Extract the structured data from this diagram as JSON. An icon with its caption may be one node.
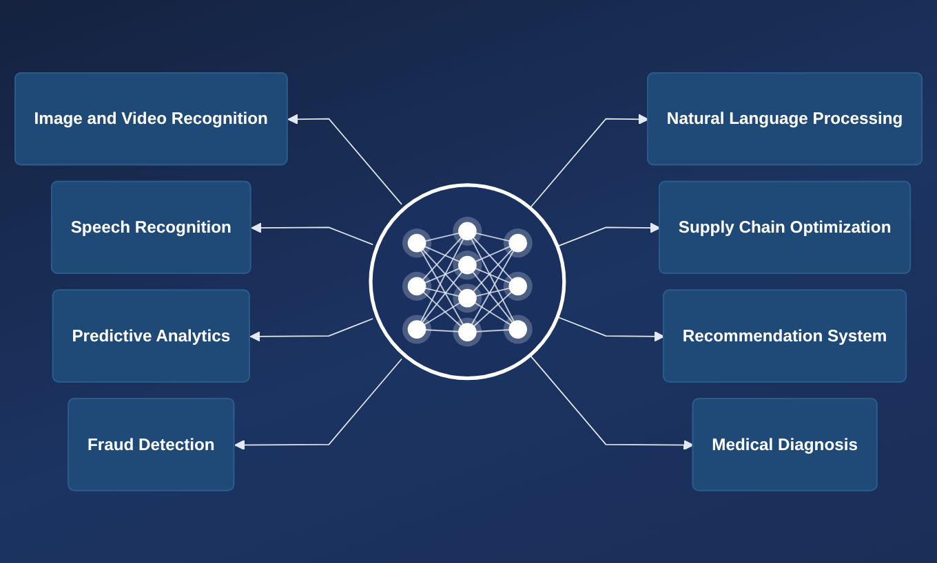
{
  "diagram": {
    "nodes": [
      {
        "text": [
          "Image and Video Recognition"
        ]
      },
      {
        "text": [
          "Speech Recognition"
        ]
      },
      {
        "text": [
          "Predictive Analytics"
        ]
      },
      {
        "text": [
          "Fraud Detection"
        ]
      },
      {
        "text": [],
        "shape": "circle"
      },
      {
        "text": [
          "Natural Language Processing"
        ]
      },
      {
        "text": [
          "Supply Chain Optimization"
        ]
      },
      {
        "text": [
          "Recommendation System"
        ]
      },
      {
        "text": [
          "Medical Diagnosis"
        ]
      }
    ],
    "edges": [
      {
        "from": 4,
        "to": 0,
        "arrow": "to"
      },
      {
        "from": 4,
        "to": 1,
        "arrow": "to"
      },
      {
        "from": 4,
        "to": 2,
        "arrow": "to"
      },
      {
        "from": 4,
        "to": 3,
        "arrow": "to"
      },
      {
        "from": 4,
        "to": 5,
        "arrow": "to"
      },
      {
        "from": 4,
        "to": 6,
        "arrow": "to"
      },
      {
        "from": 4,
        "to": 7,
        "arrow": "to"
      },
      {
        "from": 4,
        "to": 8,
        "arrow": "to"
      }
    ]
  }
}
